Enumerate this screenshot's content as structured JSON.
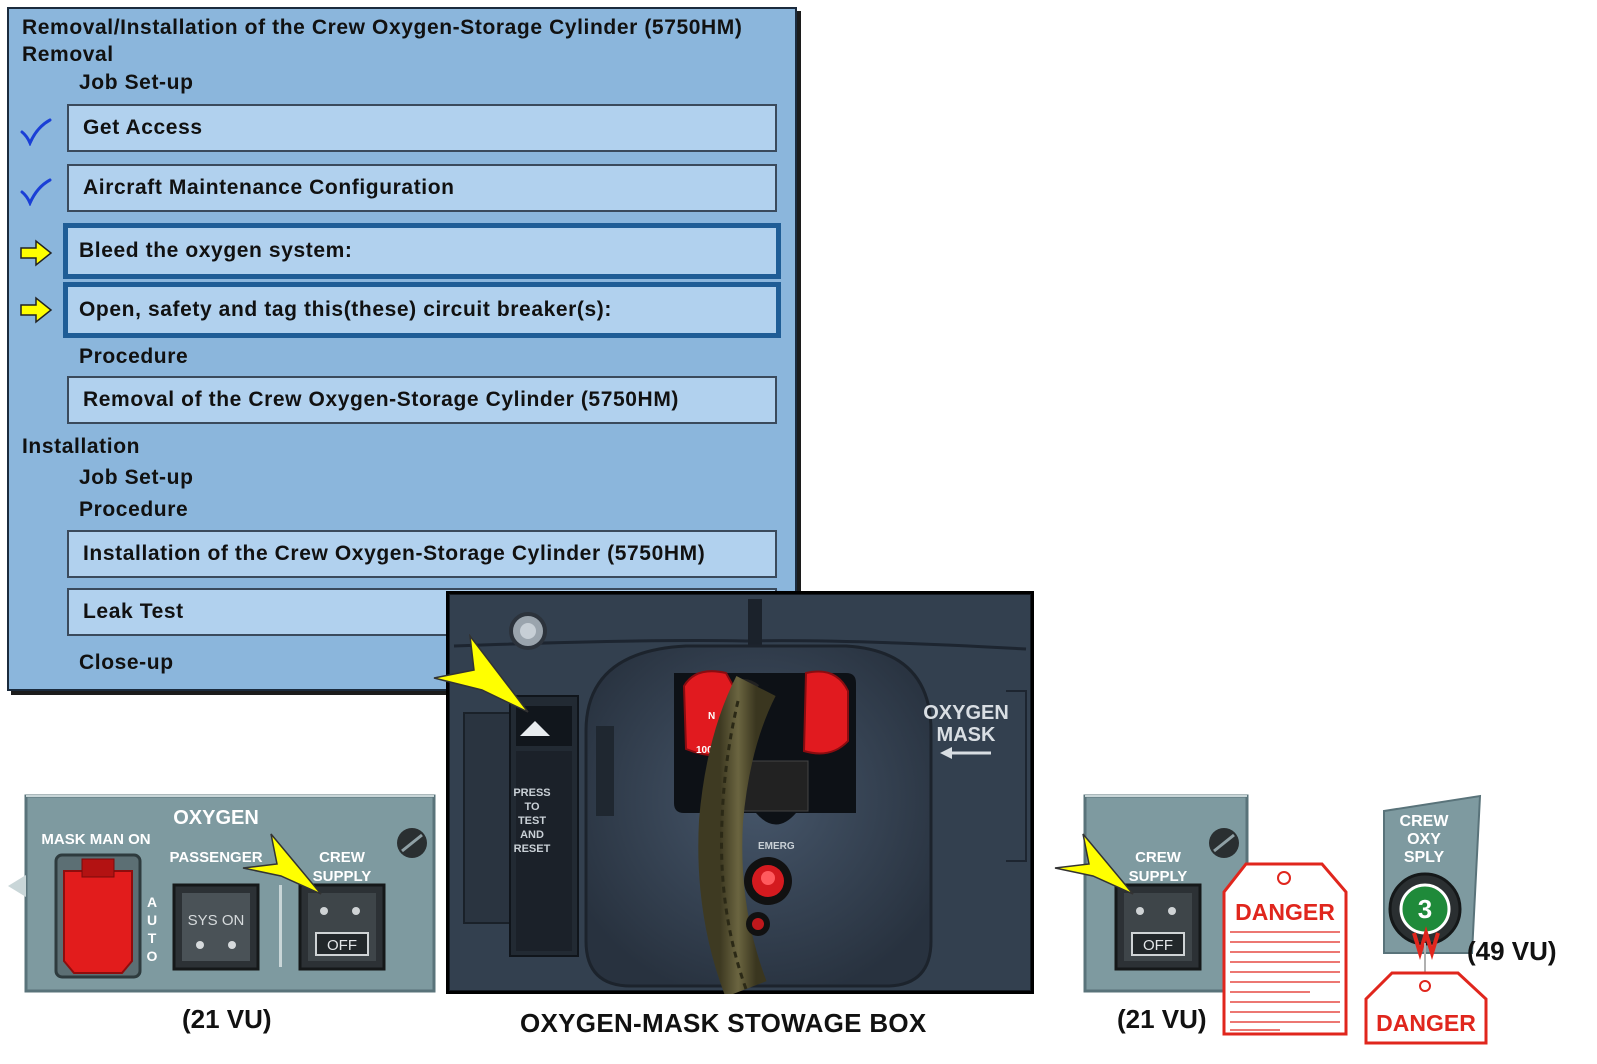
{
  "procedure": {
    "title": "Removal/Installation of the Crew Oxygen-Storage Cylinder (5750HM)",
    "removal_heading": "Removal",
    "removal_job_setup": "Job Set-up",
    "steps": [
      {
        "label": "Get Access",
        "status": "done"
      },
      {
        "label": "Aircraft Maintenance Configuration",
        "status": "done"
      },
      {
        "label": "Bleed the oxygen system:",
        "status": "current"
      },
      {
        "label": "Open, safety and tag this(these) circuit breaker(s):",
        "status": "current"
      }
    ],
    "removal_procedure_heading": "Procedure",
    "removal_procedure_step": "Removal of the Crew Oxygen-Storage Cylinder (5750HM)",
    "installation_heading": "Installation",
    "installation_job_setup": "Job Set-up",
    "installation_procedure_heading": "Procedure",
    "installation_step": "Installation of the Crew Oxygen-Storage Cylinder (5750HM)",
    "leak_test": "Leak Test",
    "closeup": "Close-up"
  },
  "colors": {
    "panel_bg": "#8bb6dc",
    "step_bg": "#b1d1ee",
    "active_border": "#1f5d96",
    "check_mark": "#1a3fd6",
    "arrow_yellow": "#ffff00",
    "overhead_panel": "#7e9aa0",
    "danger_red": "#e0261d"
  },
  "icons": {
    "done": "check-mark-icon",
    "current": "yellow-arrow-icon",
    "pointer": "yellow-pointer-arrow-icon"
  },
  "oxygen_panel": {
    "title": "OXYGEN",
    "mask_man_on": "MASK MAN ON",
    "passenger": "PASSENGER",
    "crew_supply_line1": "CREW",
    "crew_supply_line2": "SUPPLY",
    "sys_on": "SYS ON",
    "off": "OFF",
    "auto": [
      "A",
      "U",
      "T",
      "O"
    ],
    "vu": "(21 VU)"
  },
  "stowage_box": {
    "caption": "OXYGEN-MASK STOWAGE BOX",
    "oxygen_mask_line1": "OXYGEN",
    "oxygen_mask_line2": "MASK",
    "press_to_test": [
      "PRESS",
      "TO",
      "TEST",
      "AND",
      "RESET"
    ],
    "n_label": "N",
    "pct_label": "100%",
    "emerg_label": "EMERG"
  },
  "crew_supply_panel": {
    "crew_supply_line1": "CREW",
    "crew_supply_line2": "SUPPLY",
    "off": "OFF",
    "vu": "(21 VU)",
    "danger": "DANGER"
  },
  "breaker_panel": {
    "line1": "CREW",
    "line2": "OXY",
    "line3": "SPLY",
    "number": "3",
    "vu": "(49 VU)",
    "danger": "DANGER"
  }
}
